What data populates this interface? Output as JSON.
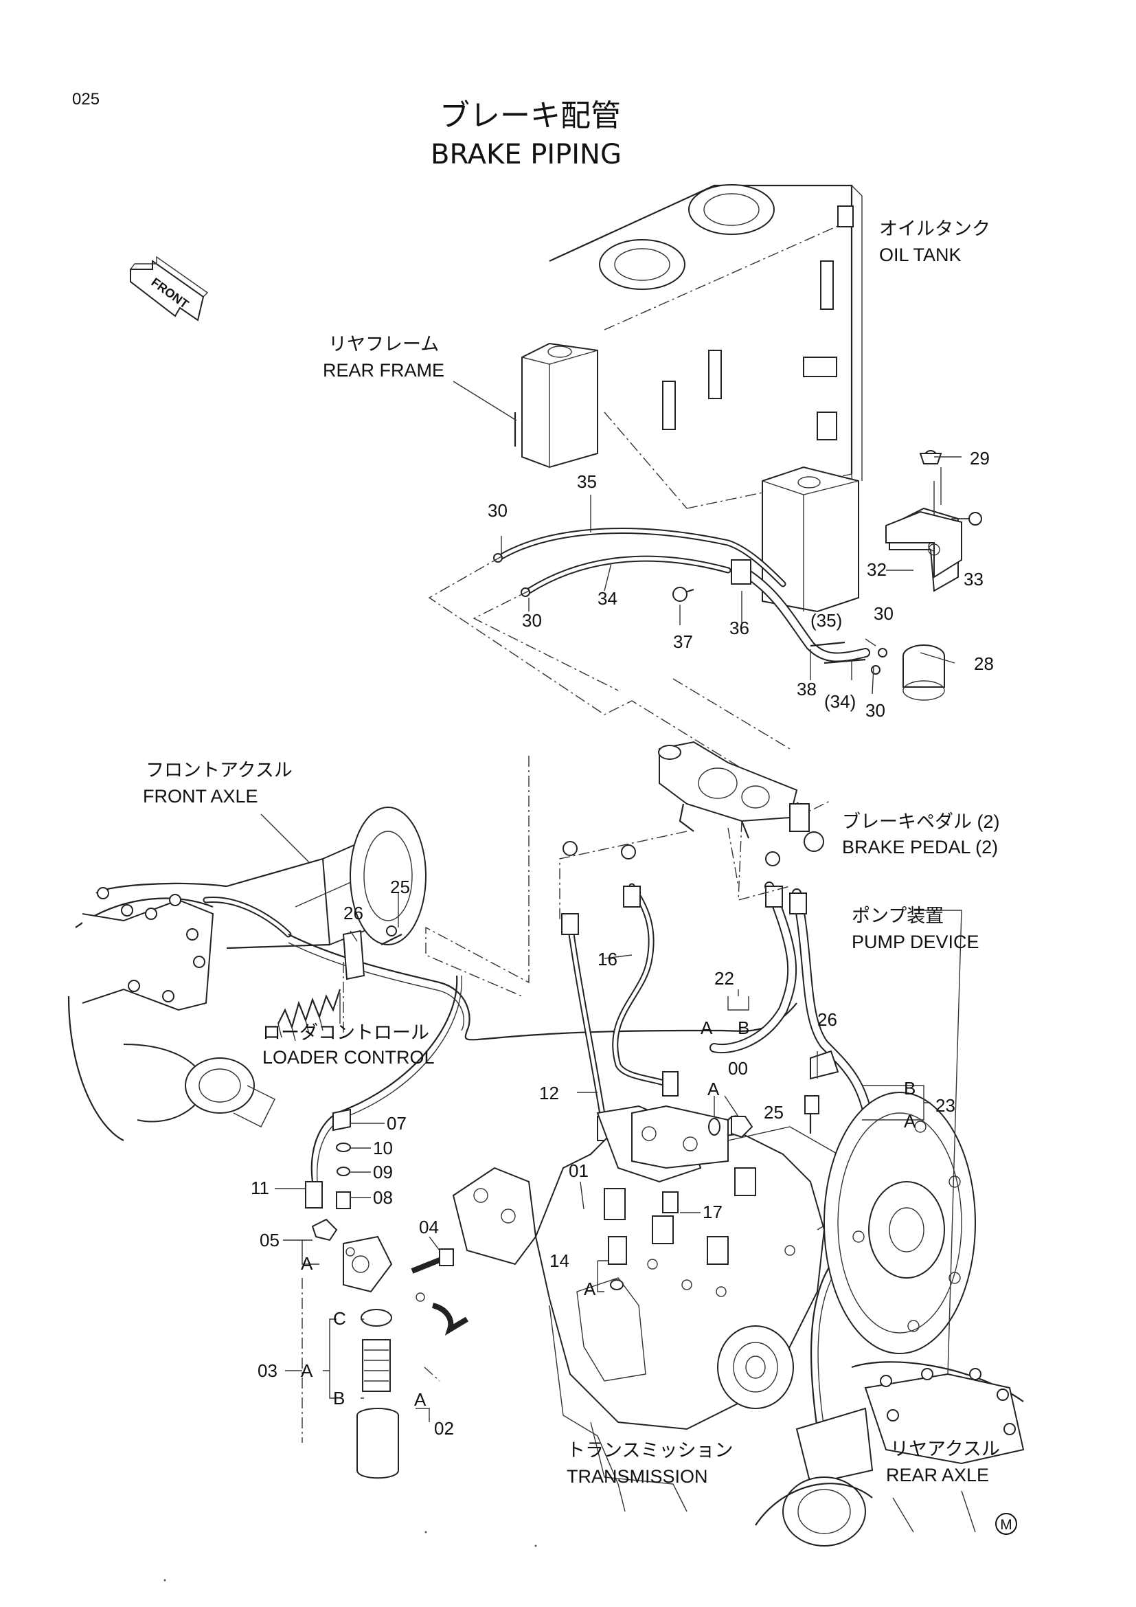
{
  "page": {
    "code": "025",
    "title_jp": "ブレーキ配管",
    "title_en": "BRAKE PIPING",
    "mark": "M"
  },
  "arrow": {
    "label": "FRONT"
  },
  "components": {
    "oil_tank_jp": "オイルタンク",
    "oil_tank_en": "OIL TANK",
    "rear_frame_jp": "リヤフレーム",
    "rear_frame_en": "REAR FRAME",
    "front_axle_jp": "フロントアクスル",
    "front_axle_en": "FRONT AXLE",
    "brake_pedal_jp": "ブレーキペダル (2)",
    "brake_pedal_en": "BRAKE PEDAL (2)",
    "pump_device_jp": "ポンプ装置",
    "pump_device_en": "PUMP DEVICE",
    "loader_control_jp": "ローダコントロール",
    "loader_control_en": "LOADER CONTROL",
    "transmission_jp": "トランスミッション",
    "transmission_en": "TRANSMISSION",
    "rear_axle_jp": "リヤアクスル",
    "rear_axle_en": "REAR AXLE"
  },
  "parts": {
    "p29": "29",
    "p33": "33",
    "p32": "32",
    "p28": "28",
    "p30a": "30",
    "p30b": "30",
    "p30c": "30",
    "p30d": "30",
    "p35": "35",
    "p34": "34",
    "p37": "37",
    "p36": "36",
    "p35r": "(35)",
    "p34r": "(34)",
    "p38": "38",
    "p25a": "25",
    "p26a": "26",
    "p22": "22",
    "p16": "16",
    "p12": "12",
    "p26b": "26",
    "p23": "23",
    "p00": "00",
    "p25b": "25",
    "p07": "07",
    "p10": "10",
    "p09": "09",
    "p08": "08",
    "p11": "11",
    "p01": "01",
    "p17": "17",
    "p05": "05",
    "p04": "04",
    "p14": "14",
    "p03": "03",
    "p02": "02"
  },
  "letters": {
    "a": "A",
    "b": "B",
    "c": "C"
  }
}
